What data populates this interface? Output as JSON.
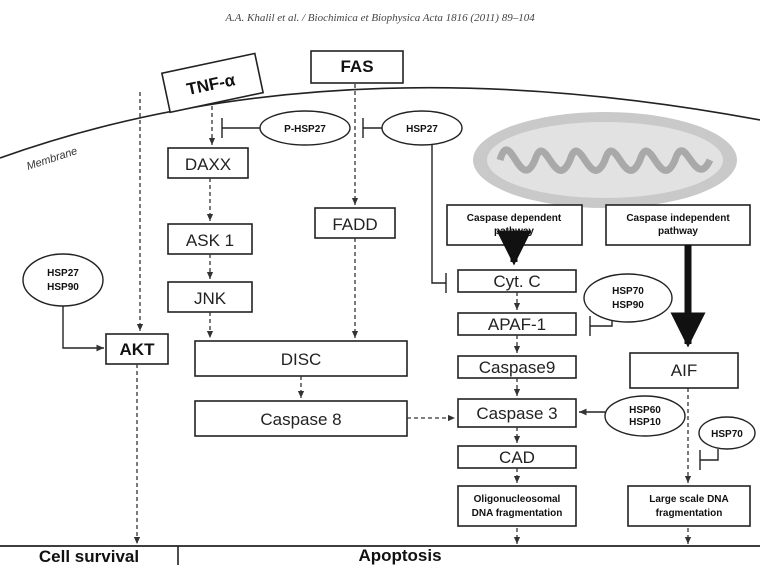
{
  "header": "A.A. Khalil et al. / Biochimica et Biophysica Acta 1816 (2011) 89–104",
  "membrane_label": "Membrane",
  "receptors": {
    "tnf": "TNF-α",
    "fas": "FAS"
  },
  "inhibitors": {
    "p_hsp27": "P-HSP27",
    "hsp27": "HSP27",
    "akt_hsp27": "HSP27",
    "akt_hsp90": "HSP90",
    "apaf_hsp70": "HSP70",
    "apaf_hsp90": "HSP90",
    "casp3_hsp60": "HSP60",
    "casp3_hsp10": "HSP10",
    "aif_hsp70": "HSP70"
  },
  "nodes": {
    "daxx": "DAXX",
    "ask1": "ASK 1",
    "jnk": "JNK",
    "fadd": "FADD",
    "akt": "AKT",
    "disc": "DISC",
    "caspase8": "Caspase 8",
    "cytc": "Cyt. C",
    "apaf1": "APAF-1",
    "caspase9": "Caspase9",
    "caspase3": "Caspase 3",
    "cad": "CAD",
    "aif": "AIF"
  },
  "pathways": {
    "dependent_1": "Caspase dependent",
    "dependent_2": "pathway",
    "independent_1": "Caspase independent",
    "independent_2": "pathway"
  },
  "outcomes": {
    "oligo_1": "Oligonucleosomal",
    "oligo_2": "DNA fragmentation",
    "large_1": "Large scale DNA",
    "large_2": "fragmentation",
    "survival": "Cell survival",
    "apoptosis": "Apoptosis"
  }
}
